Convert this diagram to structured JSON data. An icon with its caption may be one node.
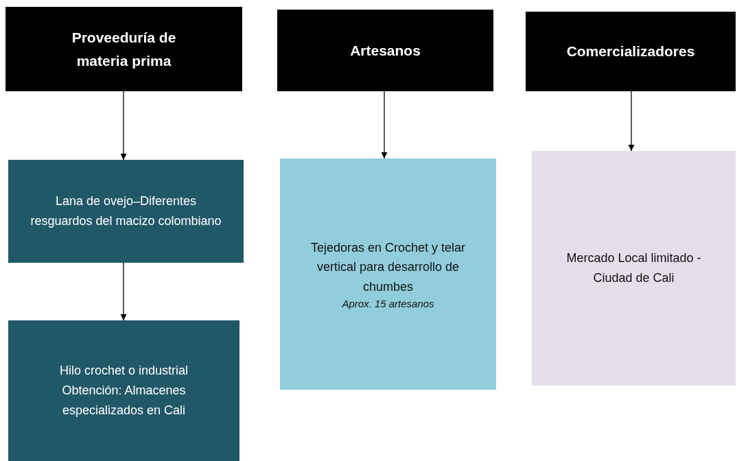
{
  "diagram": {
    "nodes": [
      {
        "text": [
          "Proveeduría de materia prima"
        ]
      },
      {
        "text": [
          "Artesanos"
        ]
      },
      {
        "text": [
          "Comercializadores"
        ]
      },
      {
        "text": [
          "Lana de ovejo–Diferentes resguardos del macizo colombiano"
        ]
      },
      {
        "text": [
          "Hilo crochet o industrial",
          "Obtención: Almacenes especializados en Cali"
        ]
      },
      {
        "text": [
          "Tejedoras en Crochet y telar vertical para desarrollo de chumbes",
          "Aprox. 15 artesanos"
        ]
      },
      {
        "text": [
          "Mercado Local limitado - Ciudad de Cali"
        ]
      }
    ],
    "edges": [
      {
        "from": 0,
        "to": 3,
        "arrow": "to"
      },
      {
        "from": 3,
        "to": 4,
        "arrow": "to"
      },
      {
        "from": 1,
        "to": 5,
        "arrow": "to"
      },
      {
        "from": 2,
        "to": 6,
        "arrow": "to"
      }
    ]
  }
}
